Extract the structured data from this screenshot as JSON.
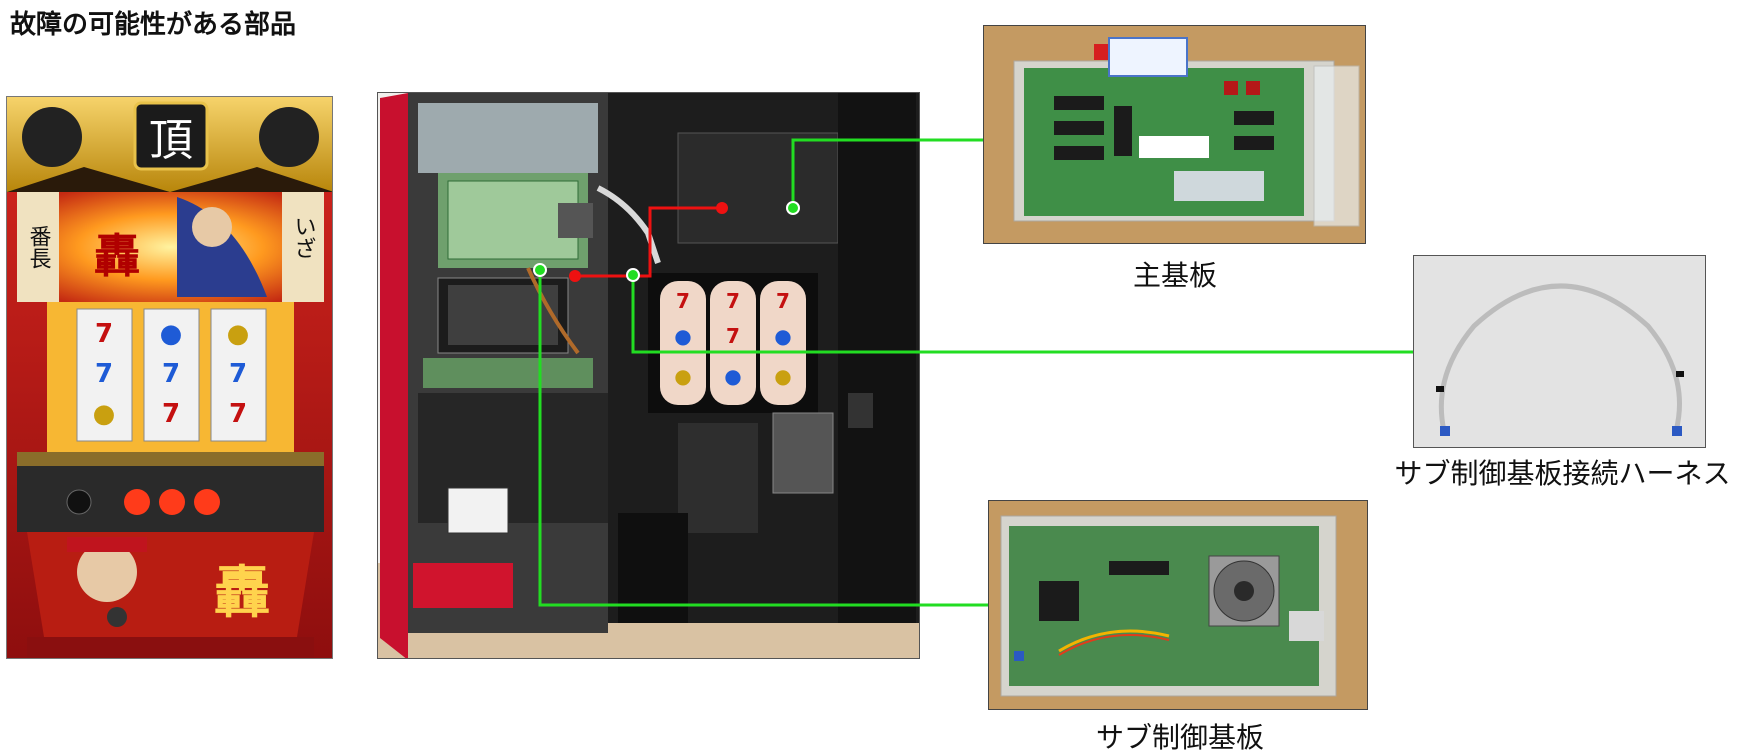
{
  "title": "故障の可能性がある部品",
  "parts": [
    {
      "id": "main",
      "label": "主基板"
    },
    {
      "id": "harness",
      "label": "サブ制御基板接続ハーネス"
    },
    {
      "id": "sub",
      "label": "サブ制御基板"
    }
  ],
  "colors": {
    "connector_green": "#22dd22",
    "connector_red": "#ee1111",
    "board_green": "#3f8f47",
    "cabinet_red": "#c8102e",
    "cabinet_black": "#1a1a1a",
    "photo_bg": "#c49a62"
  }
}
